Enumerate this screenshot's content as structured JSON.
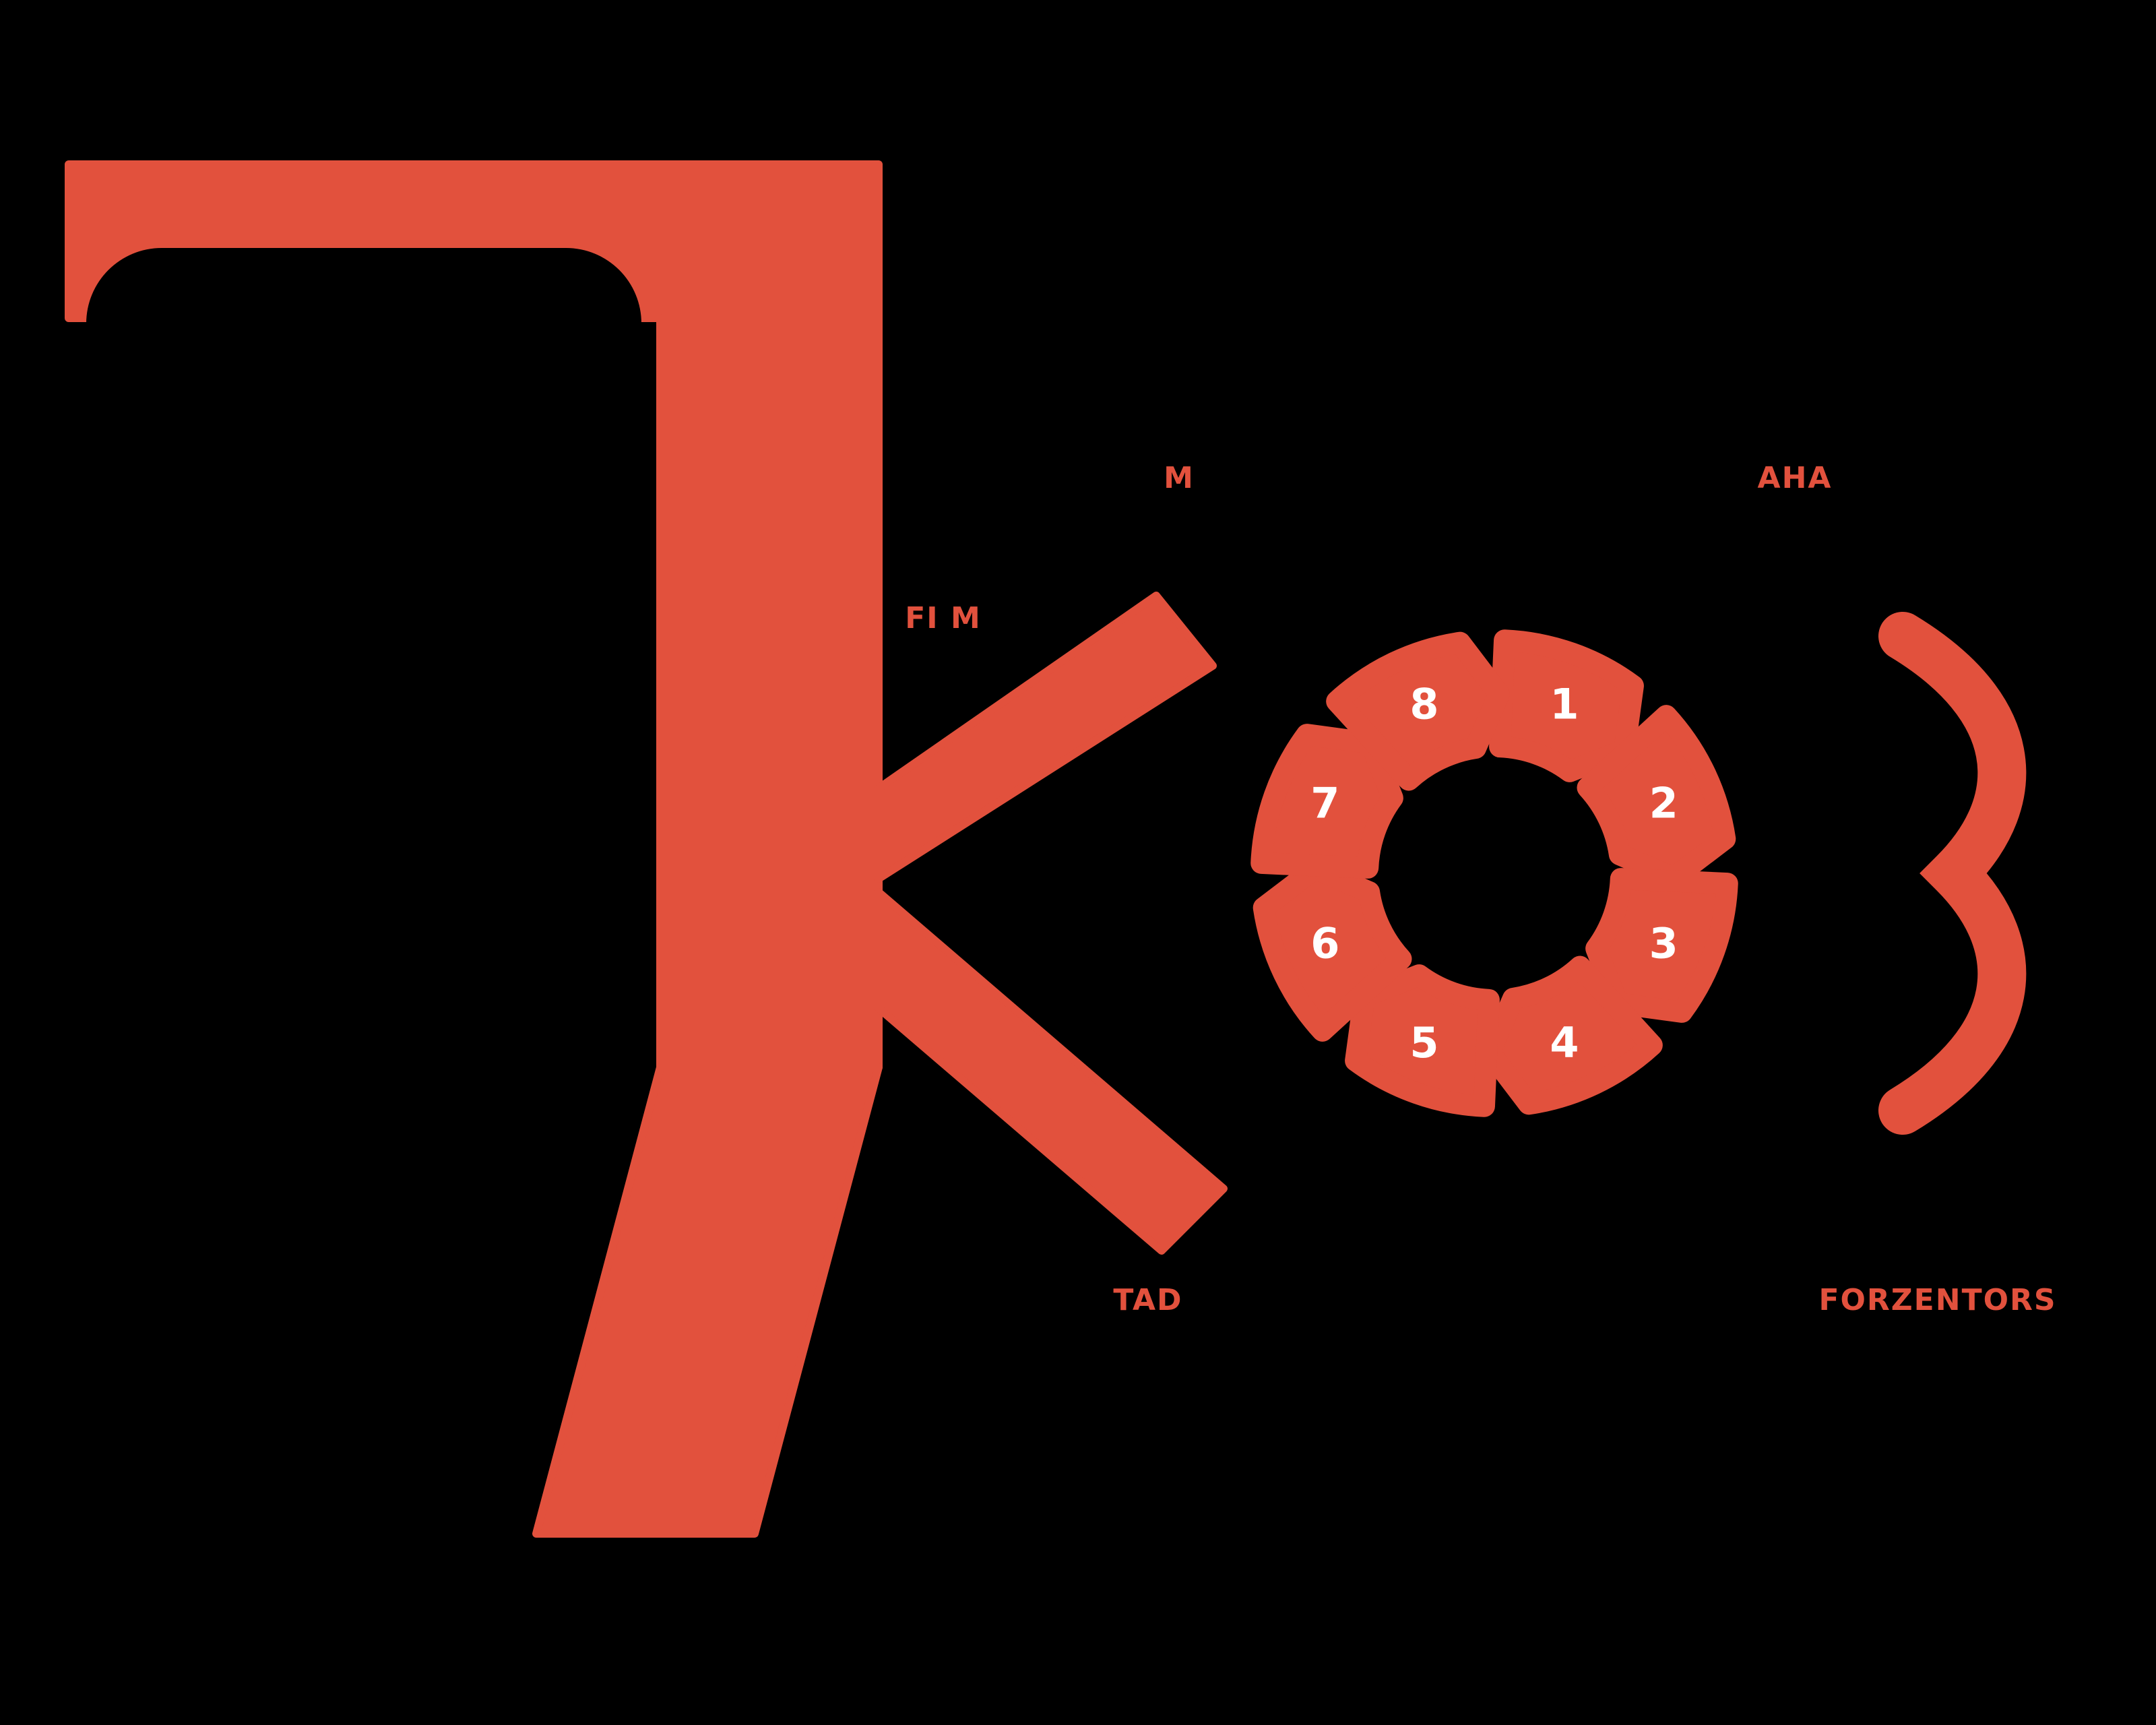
{
  "colors": {
    "background": "#000000",
    "accent": "#E2513D",
    "number_text": "#FFFFFF"
  },
  "cycle": {
    "type": "cycle",
    "direction": "clockwise",
    "steps": [
      {
        "label": "1"
      },
      {
        "label": "2"
      },
      {
        "label": "3"
      },
      {
        "label": "4"
      },
      {
        "label": "5"
      },
      {
        "label": "6"
      },
      {
        "label": "7"
      },
      {
        "label": "8"
      }
    ]
  },
  "fragments": [
    {
      "text": "M"
    },
    {
      "text": "AHA"
    },
    {
      "text": "FI M"
    },
    {
      "text": "TAD"
    },
    {
      "text": "FORZENTORS"
    }
  ]
}
